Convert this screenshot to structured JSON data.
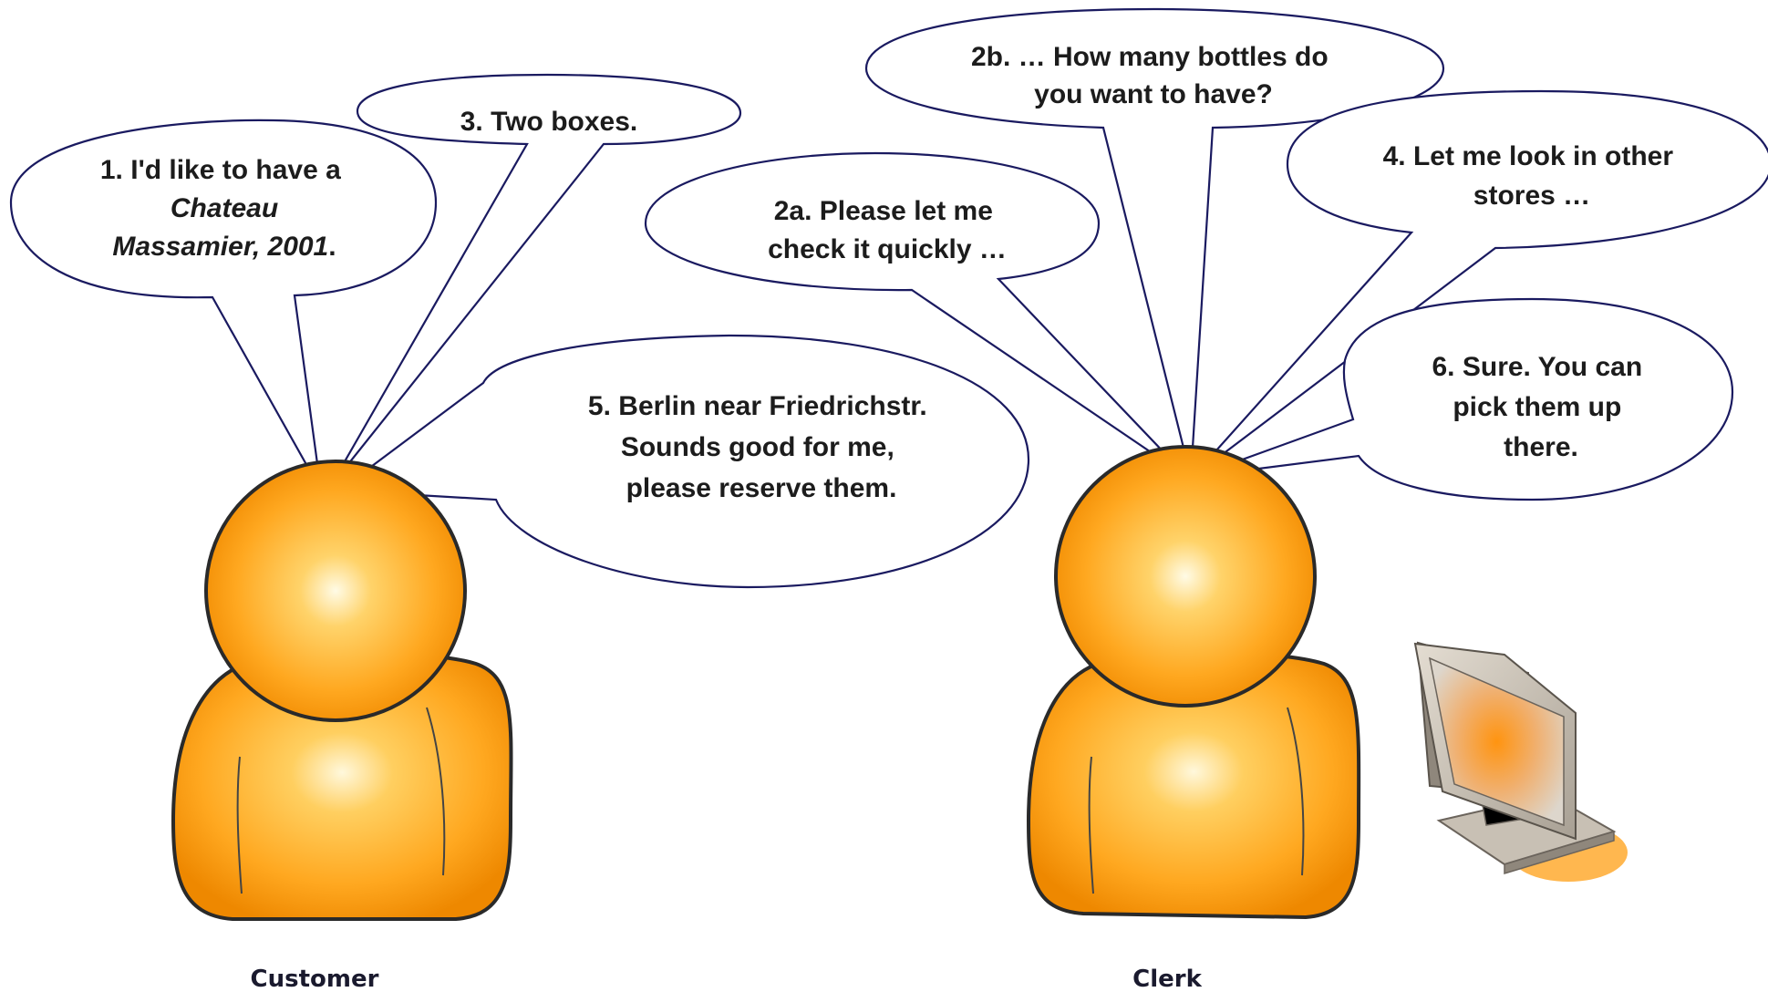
{
  "bubbles": {
    "b1": {
      "line1": "1. I'd like to have a",
      "line2": "Chateau",
      "line3a": "Massamier, 2001",
      "line3b": "."
    },
    "b3": {
      "line1": "3. Two boxes."
    },
    "b5": {
      "line1": "5. Berlin near Friedrichstr.",
      "line2": "Sounds good for me,",
      "line3": "please reserve them."
    },
    "b2a": {
      "line1": "2a. Please let me",
      "line2": "check it quickly …"
    },
    "b2b": {
      "line1": "2b. … How many bottles do",
      "line2": "you want to have?"
    },
    "b4": {
      "line1": "4. Let me look in other",
      "line2": "stores …"
    },
    "b6": {
      "line1": "6. Sure. You can",
      "line2": "pick them up",
      "line3": "there."
    }
  },
  "people": {
    "customer": {
      "label": "Customer"
    },
    "clerk": {
      "label": "Clerk"
    }
  },
  "colors": {
    "figure_light": "#fffbe0",
    "figure_mid": "#ffb030",
    "figure_dark": "#f08c00",
    "outline": "#2a2a2a",
    "bubble_stroke": "#1a1a60",
    "monitor_frame": "#c8c0b4",
    "monitor_glow": "#ff9a1a"
  },
  "icons": [
    "customer-person-icon",
    "clerk-person-icon",
    "monitor-icon"
  ]
}
